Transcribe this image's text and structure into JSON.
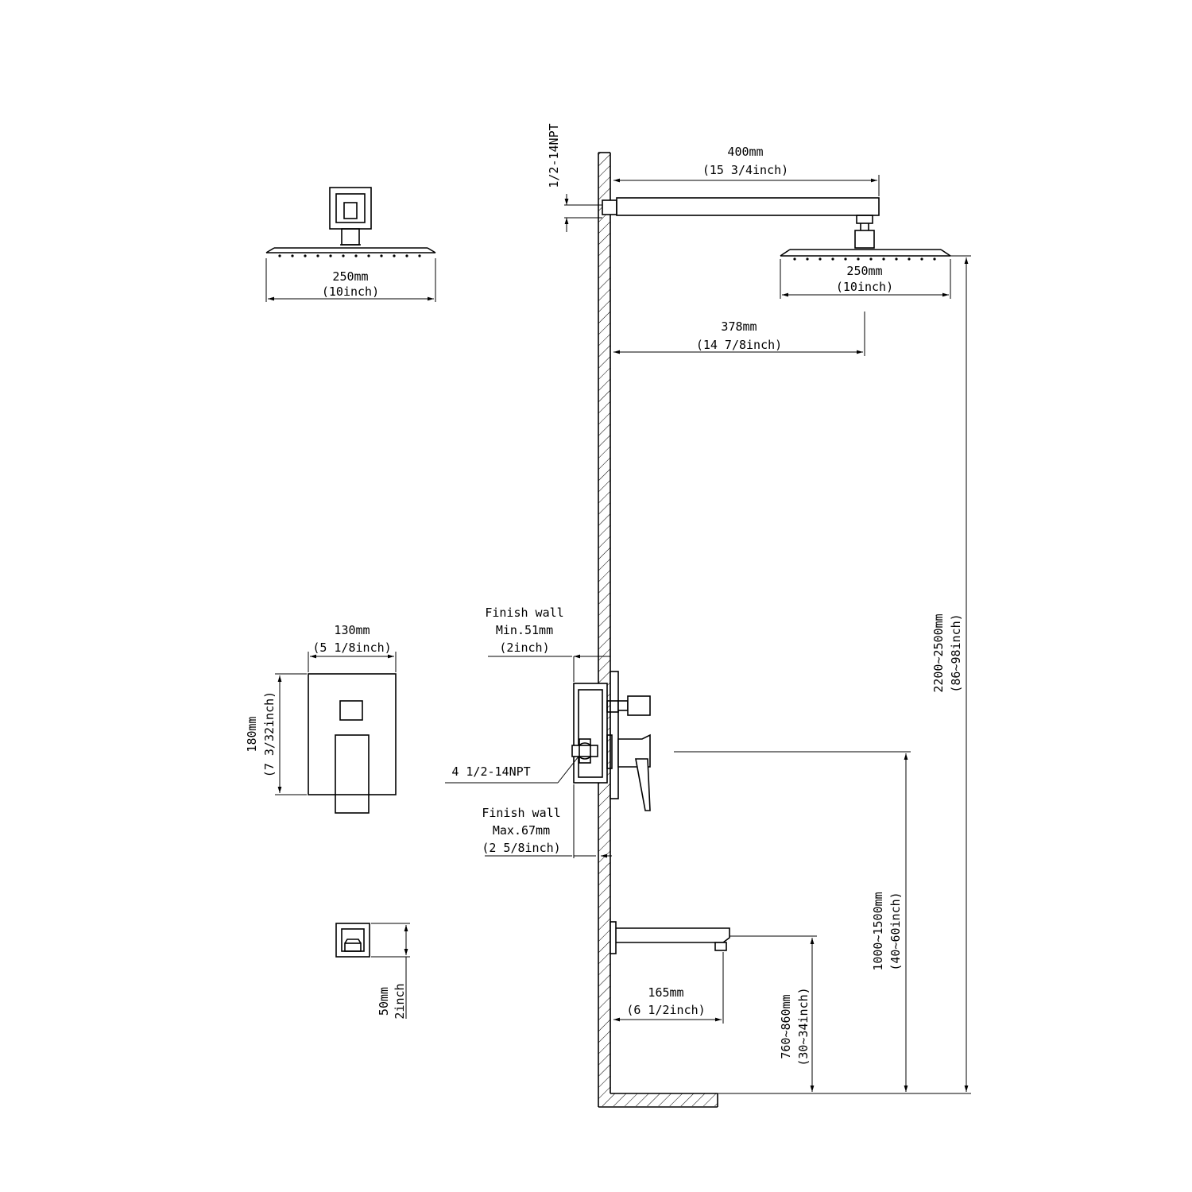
{
  "top_view": {
    "width_mm": "250mm",
    "width_in": "(10inch)"
  },
  "side_view": {
    "npt_top": "1/2-14NPT",
    "arm_mm": "400mm",
    "arm_in": "(15 3/4inch)",
    "head_mm": "250mm",
    "head_in": "(10inch)",
    "offset_mm": "378mm",
    "offset_in": "(14 7/8inch)",
    "total_height_mm": "2200~2500mm",
    "total_height_in": "(86~98inch)",
    "finish_wall_min_1": "Finish  wall",
    "finish_wall_min_2": "Min.51mm",
    "finish_wall_min_3": "(2inch)",
    "npt_valve": "4 1/2-14NPT",
    "finish_wall_max_1": "Finish  wall",
    "finish_wall_max_2": "Max.67mm",
    "finish_wall_max_3": "(2 5/8inch)",
    "valve_height_mm": "1000~1500mm",
    "valve_height_in": "(40~60inch)",
    "spout_mm": "165mm",
    "spout_in": "(6 1/2inch)",
    "spout_height_mm": "760~860mm",
    "spout_height_in": "(30~34inch)"
  },
  "valve_plate": {
    "width_mm": "130mm",
    "width_in": "(5 1/8inch)",
    "height_mm": "180mm",
    "height_in": "(7 3/32inch)"
  },
  "spout_front": {
    "size_mm": "50mm",
    "size_in": "2inch"
  }
}
